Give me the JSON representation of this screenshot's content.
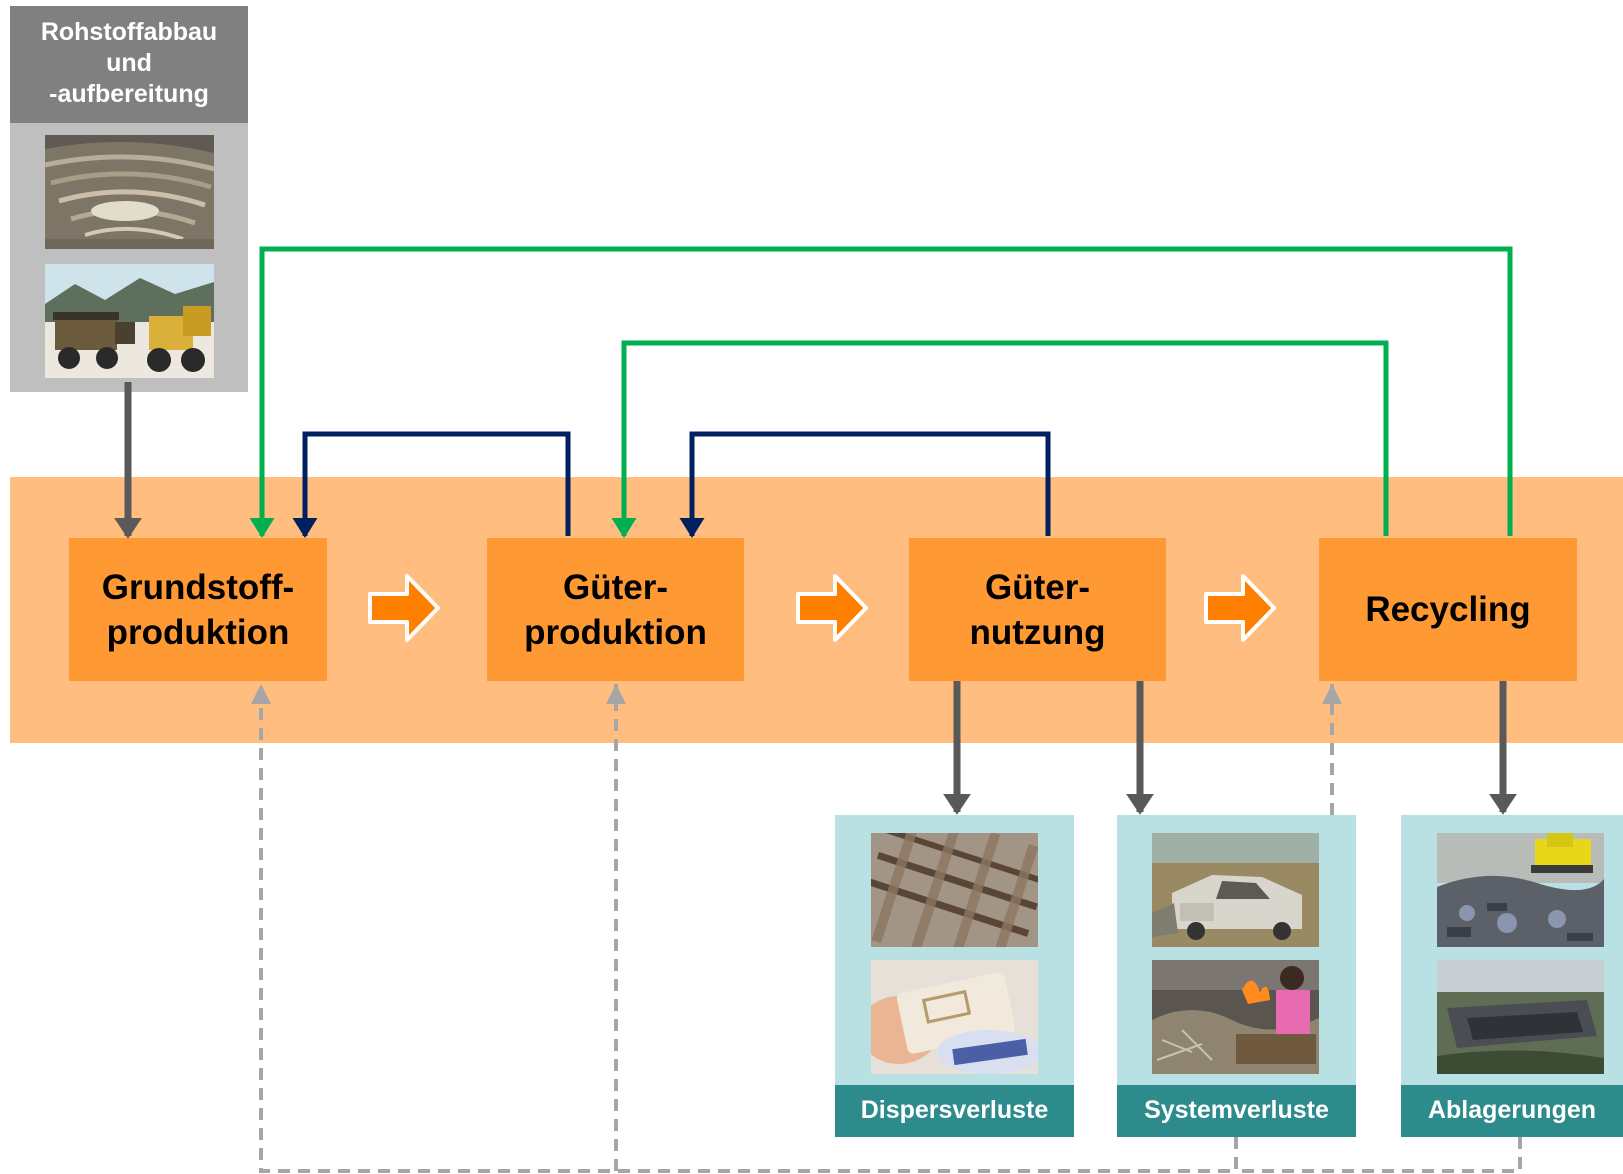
{
  "source": {
    "title": "Rohstoffabbau\nund\n-aufbereitung",
    "photos": [
      "open-pit-mine-photo",
      "mining-truck-photo"
    ]
  },
  "stages": [
    {
      "id": "grundstoff",
      "label": "Grundstoff-\nproduktion"
    },
    {
      "id": "gueter-prod",
      "label": "Güter-\nproduktion"
    },
    {
      "id": "gueter-nutz",
      "label": "Güter-\nnutzung"
    },
    {
      "id": "recycling",
      "label": "Recycling"
    }
  ],
  "sinks": [
    {
      "id": "dispers",
      "label": "Dispersverluste",
      "photos": [
        "railway-track-photo",
        "rfid-tag-photo"
      ]
    },
    {
      "id": "system",
      "label": "Systemverluste",
      "photos": [
        "car-wreck-photo",
        "e-waste-burning-photo"
      ]
    },
    {
      "id": "ablagerung",
      "label": "Ablagerungen",
      "photos": [
        "landfill-bulldozer-photo",
        "landfill-aerial-photo"
      ]
    }
  ],
  "colors": {
    "band": "#ffbd80",
    "stage": "#ff9933",
    "flow_arrow": "#ff8000",
    "recycling_loop": "#00b050",
    "internal_loop": "#002060",
    "loss_arrow": "#595959",
    "potential_flow": "#a6a6a6",
    "sink_box": "#b9e0e3",
    "sink_label": "#2e8b8c"
  }
}
